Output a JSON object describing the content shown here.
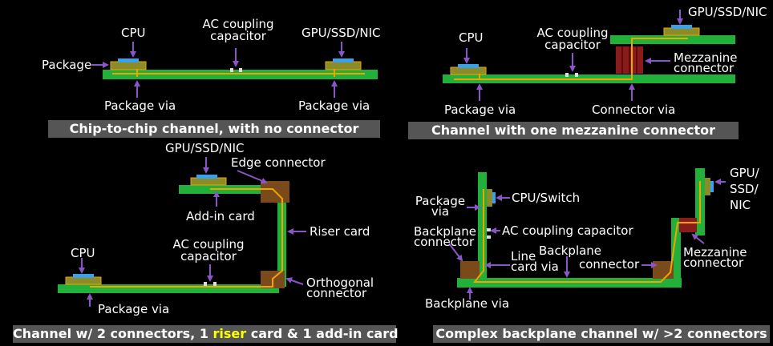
{
  "colors": {
    "board": "#22b03a",
    "trace": "#f0a400",
    "package": "#8b8b2a",
    "die": "#3aa0e8",
    "arrow": "#8a55c8",
    "connector_brown": "#7a4a1a",
    "mezzanine_red": "#8b1a1a",
    "banner_bg": "#555555",
    "highlight": "#ffff00"
  },
  "panel1": {
    "cpu": "CPU",
    "ac_coupling": "AC coupling\ncapacitor",
    "gpu": "GPU/SSD/NIC",
    "package": "Package",
    "package_via_left": "Package via",
    "package_via_right": "Package via",
    "banner": "Chip-to-chip channel, with no connector"
  },
  "panel2": {
    "cpu": "CPU",
    "ac_coupling": "AC coupling\ncapacitor",
    "gpu": "GPU/SSD/NIC",
    "mezzanine": "Mezzanine\nconnector",
    "package_via": "Package via",
    "connector_via": "Connector via",
    "banner": "Channel with one mezzanine connector"
  },
  "panel3": {
    "gpu": "GPU/SSD/NIC",
    "edge_connector": "Edge connector",
    "add_in_card": "Add-in card",
    "riser_card": "Riser card",
    "cpu": "CPU",
    "ac_coupling": "AC coupling\ncapacitor",
    "orthogonal": "Orthogonal\nconnector",
    "package_via": "Package via",
    "banner_prefix": "Channel w/ 2 connectors, 1 ",
    "banner_highlight": "riser",
    "banner_suffix": " card & 1 add-in card"
  },
  "panel4": {
    "package_via": "Package\nvia",
    "cpu_switch": "CPU/Switch",
    "ac_coupling": "AC coupling capacitor",
    "backplane_connector": "Backplane\nconnector",
    "line_card_via": "Line\ncard via",
    "backplane": "Backplane",
    "connector": "connector",
    "mezzanine": "Mezzanine\nconnector",
    "gpu": "GPU/\nSSD/\nNIC",
    "backplane_via": "Backplane via",
    "banner": "Complex backplane channel w/  >2 connectors"
  }
}
